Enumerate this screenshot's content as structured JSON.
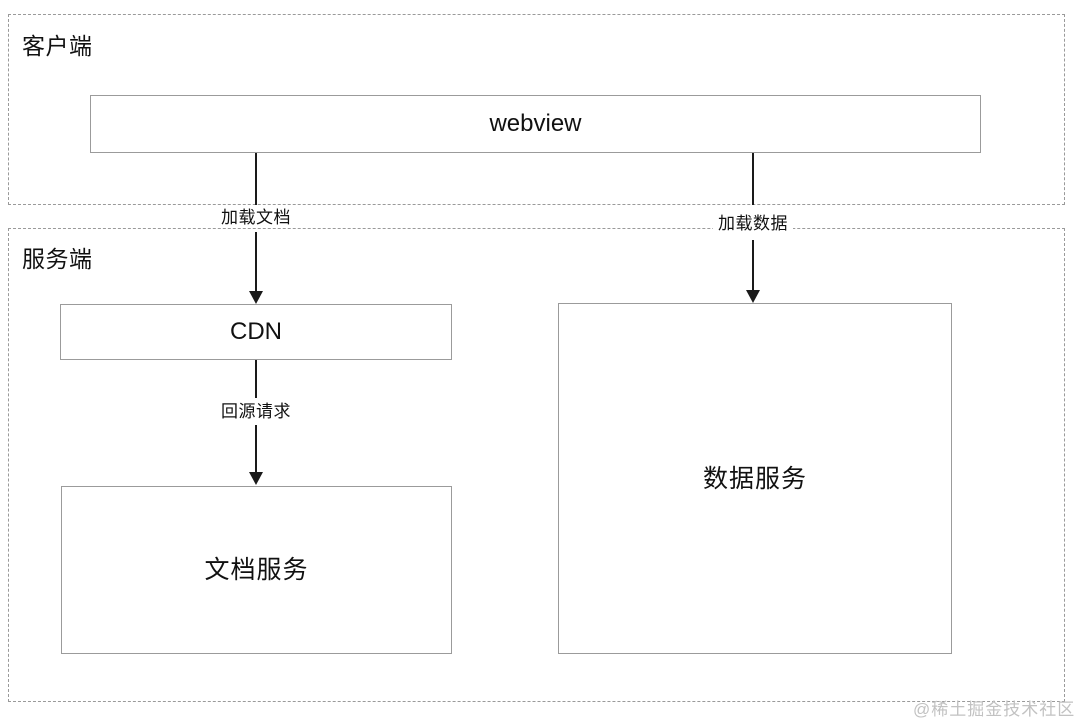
{
  "diagram": {
    "zones": [
      {
        "id": "client",
        "label": "客户端"
      },
      {
        "id": "server",
        "label": "服务端"
      }
    ],
    "nodes": [
      {
        "id": "webview",
        "label": "webview"
      },
      {
        "id": "cdn",
        "label": "CDN"
      },
      {
        "id": "doc-service",
        "label": "文档服务"
      },
      {
        "id": "data-service",
        "label": "数据服务"
      }
    ],
    "edges": [
      {
        "id": "load-document",
        "label": "加载文档",
        "from": "webview",
        "to": "cdn"
      },
      {
        "id": "load-data",
        "label": "加载数据",
        "from": "webview",
        "to": "data-service"
      },
      {
        "id": "origin-request",
        "label": "回源请求",
        "from": "cdn",
        "to": "doc-service"
      }
    ],
    "watermark": "@稀土掘金技术社区",
    "colors": {
      "background": "#ffffff",
      "zone_border": "#9a9a9a",
      "node_border": "#9b9b9b",
      "line": "#1a1a1a",
      "text": "#111111",
      "watermark": "#c2c2c2"
    }
  }
}
